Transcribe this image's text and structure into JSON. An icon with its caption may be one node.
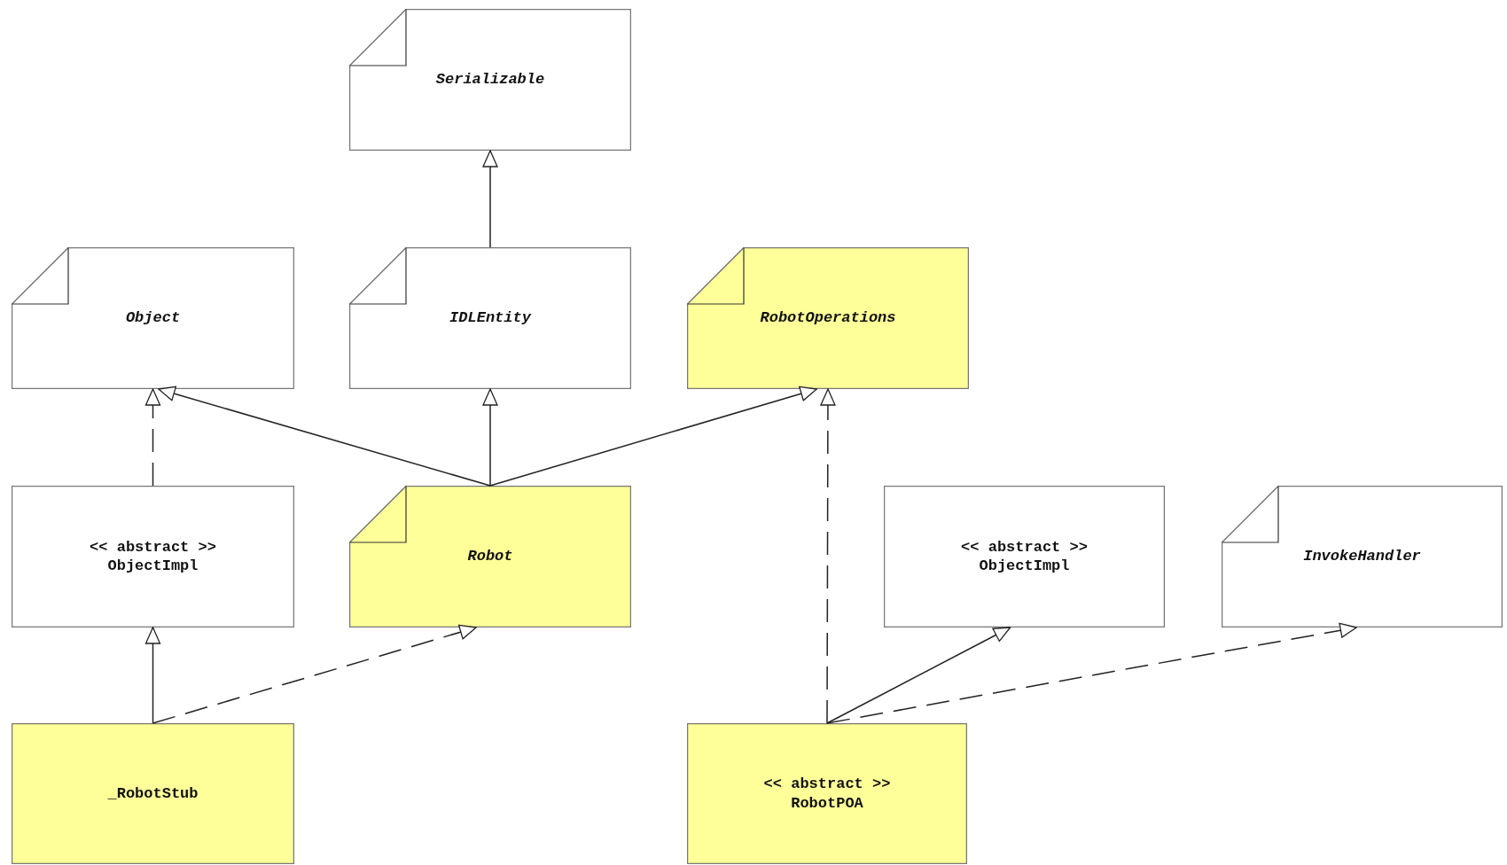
{
  "diagram": {
    "nodes": [
      {
        "text": [
          "Serializable"
        ]
      },
      {
        "text": [
          "Object"
        ]
      },
      {
        "text": [
          "IDLEntity"
        ]
      },
      {
        "text": [
          "RobotOperations"
        ]
      },
      {
        "text": [
          "<< abstract >>",
          "ObjectImpl"
        ]
      },
      {
        "text": [
          "Robot"
        ]
      },
      {
        "text": [
          "<< abstract >>",
          "ObjectImpl"
        ]
      },
      {
        "text": [
          "InvokeHandler"
        ]
      },
      {
        "text": [
          "_RobotStub"
        ]
      },
      {
        "text": [
          "<< abstract >>",
          "RobotPOA"
        ]
      }
    ],
    "edges": [
      {
        "from": 2,
        "to": 0,
        "arrow": "to"
      },
      {
        "from": 5,
        "to": 1,
        "arrow": "to"
      },
      {
        "from": 5,
        "to": 2,
        "arrow": "to"
      },
      {
        "from": 5,
        "to": 3,
        "arrow": "to"
      },
      {
        "from": 4,
        "to": 1,
        "arrow": "to",
        "style": "dashed"
      },
      {
        "from": 8,
        "to": 4,
        "arrow": "to"
      },
      {
        "from": 8,
        "to": 5,
        "arrow": "to",
        "style": "dashed"
      },
      {
        "from": 9,
        "to": 3,
        "arrow": "to",
        "style": "dashed"
      },
      {
        "from": 9,
        "to": 6,
        "arrow": "to"
      },
      {
        "from": 9,
        "to": 7,
        "arrow": "to",
        "style": "dashed"
      }
    ]
  }
}
